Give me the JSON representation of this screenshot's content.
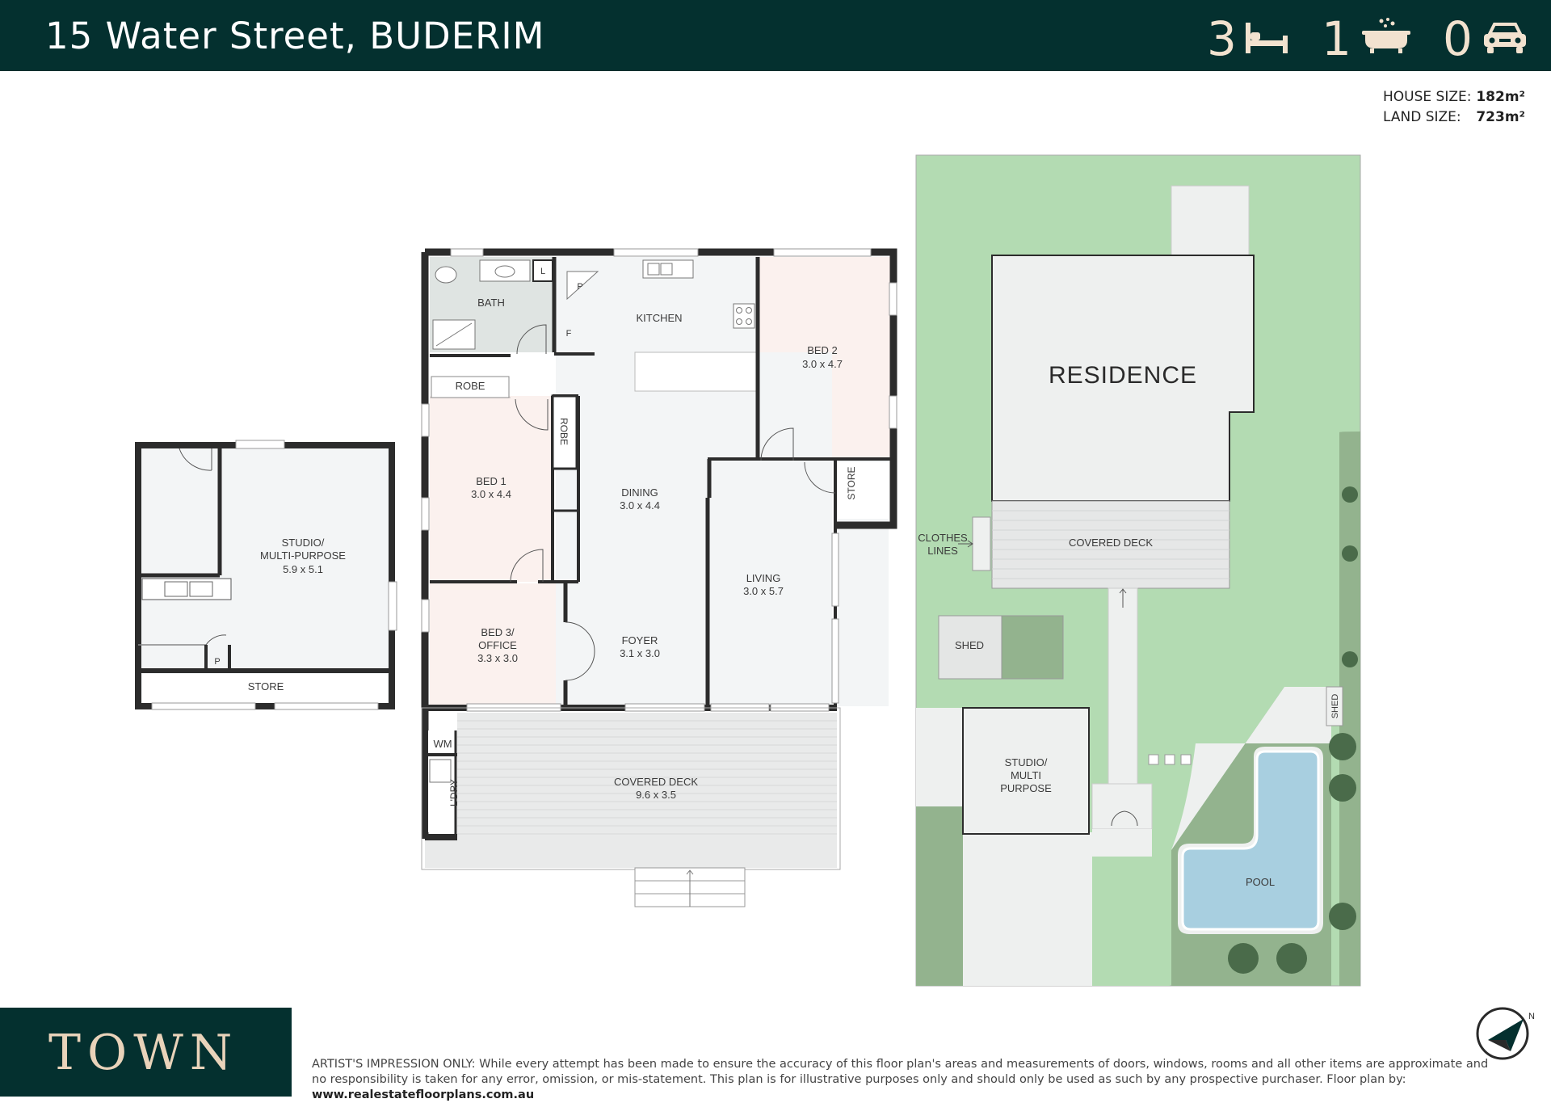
{
  "header": {
    "address": "15 Water Street, BUDERIM",
    "bedrooms": "3",
    "bathrooms": "1",
    "car_spaces": "0",
    "icons": [
      "bed-icon",
      "bath-icon",
      "car-icon"
    ]
  },
  "sizes": {
    "house_label": "HOUSE SIZE:",
    "house_value": "182m²",
    "land_label": "LAND SIZE:",
    "land_value": "723m²"
  },
  "studio_plan": {
    "studio_name": "STUDIO/",
    "studio_name2": "MULTI-PURPOSE",
    "studio_dims": "5.9 x 5.1",
    "pantry": "P",
    "store": "STORE"
  },
  "house_plan": {
    "bath": "BATH",
    "linen": "L",
    "kitchen": "KITCHEN",
    "pantry": "P",
    "fridge": "F",
    "robe1": "ROBE",
    "robe2": "ROBE",
    "bed1": "BED 1",
    "bed1_dims": "3.0 x 4.4",
    "bed2": "BED 2",
    "bed2_dims": "3.0 x 4.7",
    "bed3a": "BED 3/",
    "bed3b": "OFFICE",
    "bed3_dims": "3.3 x 3.0",
    "dining": "DINING",
    "dining_dims": "3.0 x 4.4",
    "living": "LIVING",
    "living_dims": "3.0 x 5.7",
    "foyer": "FOYER",
    "foyer_dims": "3.1 x 3.0",
    "store": "STORE",
    "wm": "WM",
    "laundry": "L'DRY",
    "deck": "COVERED DECK",
    "deck_dims": "9.6 x 3.5"
  },
  "site_plan": {
    "residence": "RESIDENCE",
    "covered_deck": "COVERED DECK",
    "clothes1": "CLOTHES",
    "clothes2": "LINES",
    "shed": "SHED",
    "shed2": "SHED",
    "studio1": "STUDIO/",
    "studio2": "MULTI",
    "studio3": "PURPOSE",
    "pool": "POOL"
  },
  "colors": {
    "header_bg": "#04302f",
    "accent": "#f2e2cf",
    "lawn": "#b3dbb2",
    "garden": "#93b38e",
    "pool": "#a8cfe0"
  },
  "footer": {
    "brand": "TOWN",
    "disclaimer": "ARTIST'S IMPRESSION ONLY: While every attempt has been made to ensure the accuracy of this floor plan's areas and measurements of doors, windows, rooms and all other items are approximate and no responsibility is taken for any error, omission, or mis-statement. This plan is for illustrative purposes only and should only be used as such by any prospective purchaser. Floor plan by:",
    "url": "www.realestatefloorplans.com.au",
    "compass_icon": "compass-icon"
  }
}
